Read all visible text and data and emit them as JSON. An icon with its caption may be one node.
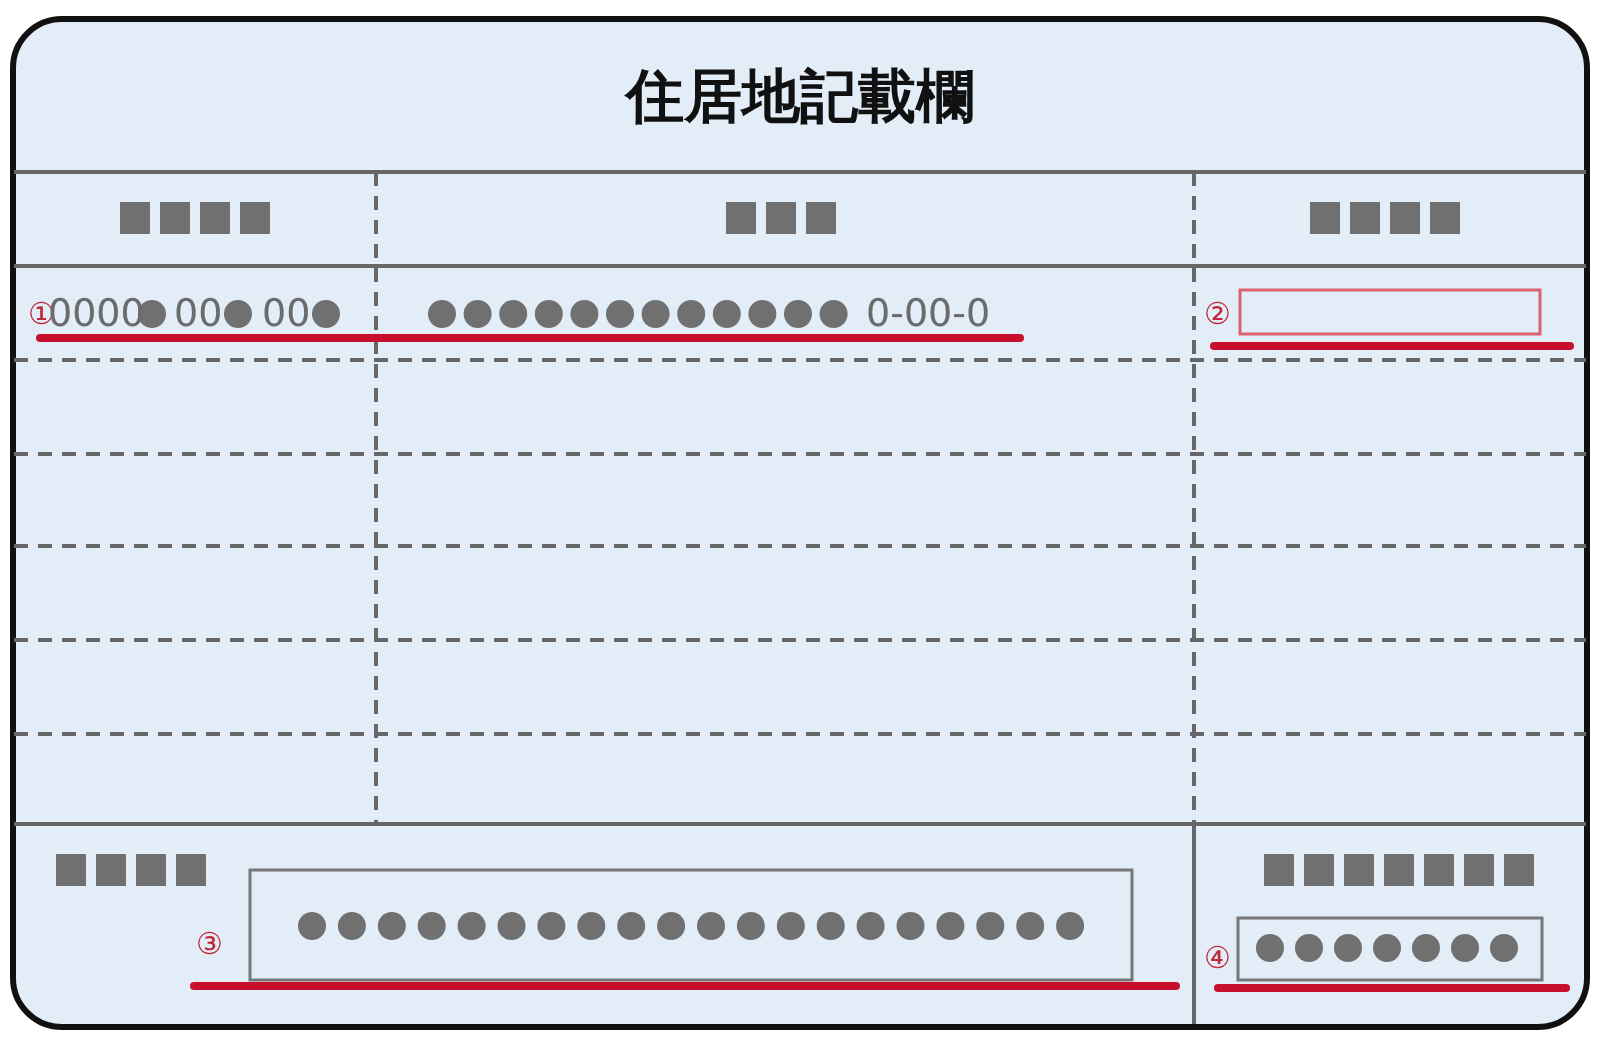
{
  "diagram": {
    "title": "住居地記載欄",
    "labels": [
      "①",
      "0000",
      "00",
      "00",
      "0-00-0",
      "②",
      "③",
      "④"
    ]
  }
}
